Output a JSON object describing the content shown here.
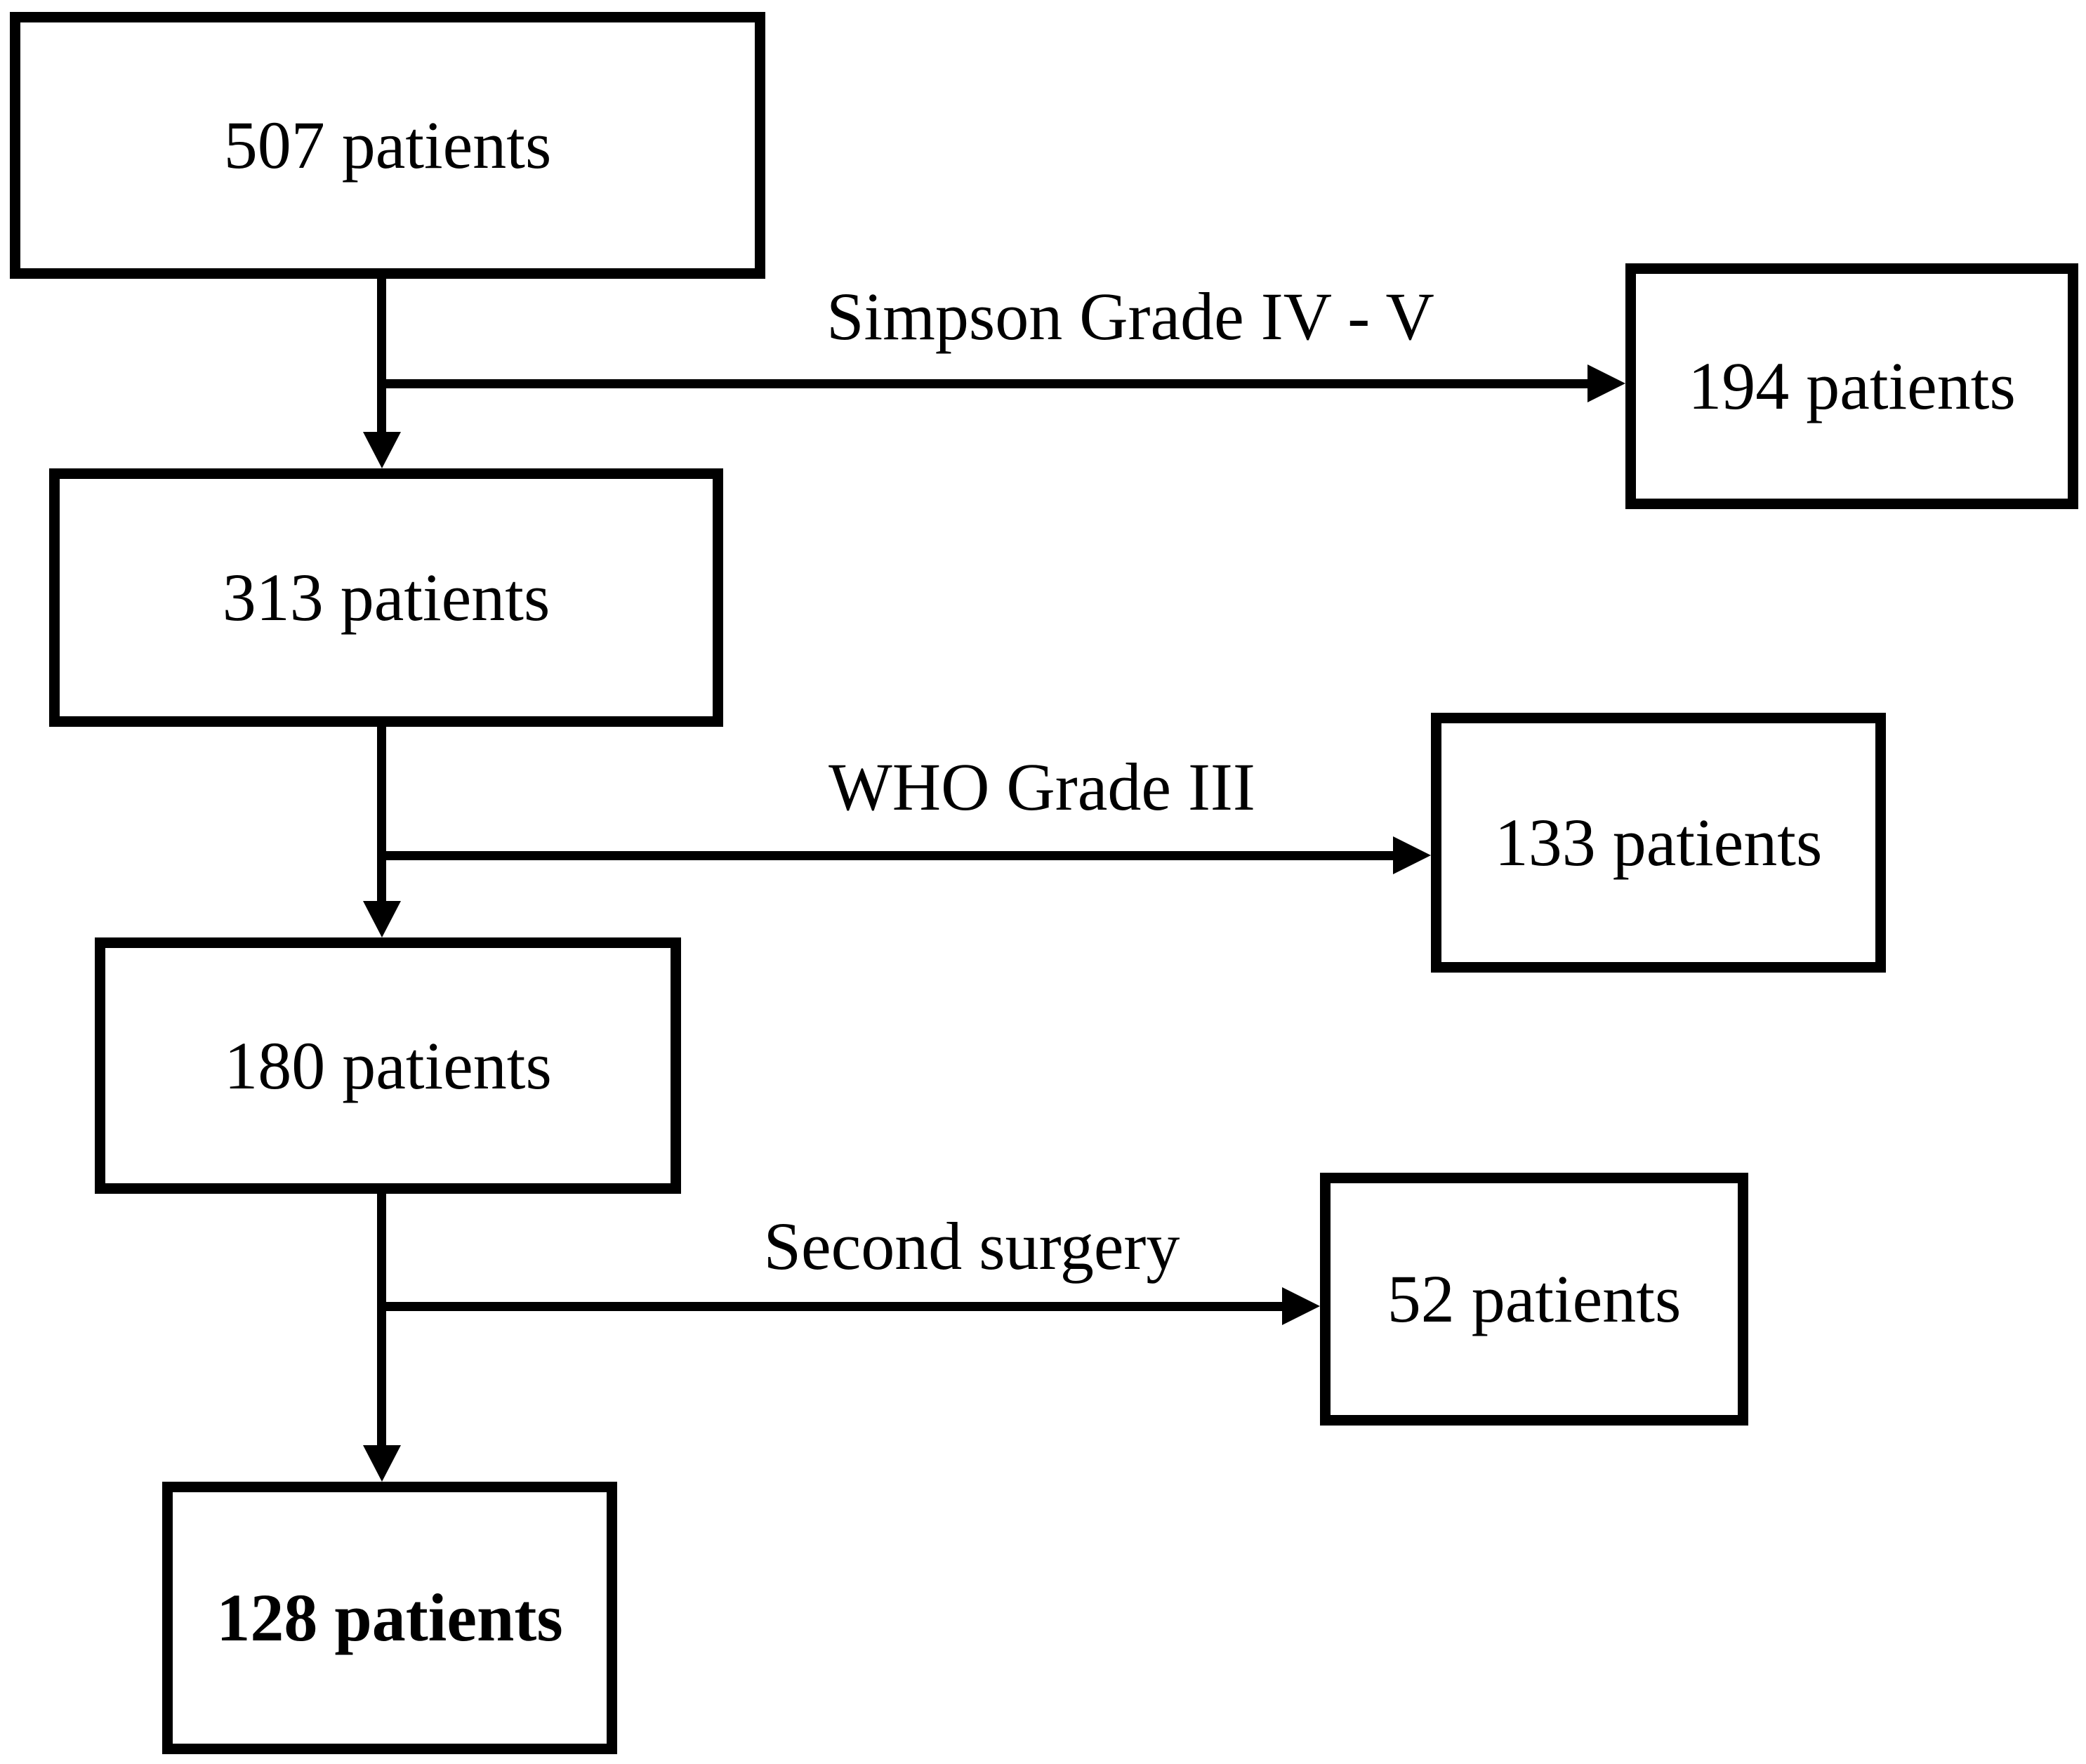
{
  "figure": {
    "type": "flowchart",
    "background_color": "#ffffff",
    "line_color": "#000000",
    "text_color": "#000000",
    "nodes": [
      {
        "label": "507 patients",
        "style": "normal"
      },
      {
        "label": "194 patients",
        "style": "normal"
      },
      {
        "label": "313 patients",
        "style": "normal"
      },
      {
        "label": "133 patients",
        "style": "normal"
      },
      {
        "label": "180 patients",
        "style": "normal"
      },
      {
        "label": "52 patients",
        "style": "normal"
      },
      {
        "label": "128 patients",
        "style": "bold"
      }
    ],
    "edges": [
      {
        "from": "507 patients",
        "to": "313 patients",
        "label": ""
      },
      {
        "from": "507 patients",
        "to": "194 patients",
        "label": "Simpson Grade IV - V"
      },
      {
        "from": "313 patients",
        "to": "180 patients",
        "label": ""
      },
      {
        "from": "313 patients",
        "to": "133 patients",
        "label": "WHO Grade III"
      },
      {
        "from": "180 patients",
        "to": "128 patients",
        "label": ""
      },
      {
        "from": "180 patients",
        "to": "52 patients",
        "label": "Second surgery"
      }
    ]
  }
}
